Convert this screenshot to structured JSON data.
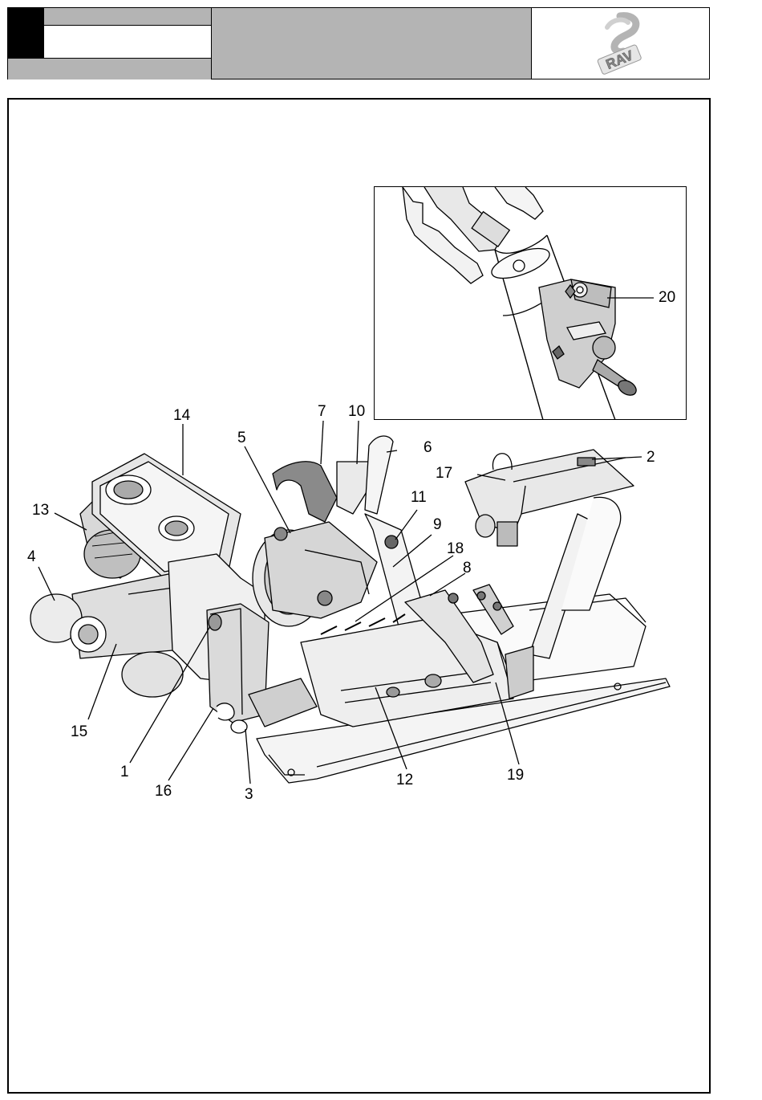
{
  "header": {
    "logo_icon": "rav-logo-icon",
    "logo_text": "RAV",
    "brand_color": "#ffffff",
    "band_color": "#b4b4b4"
  },
  "figure": {
    "inset": {
      "callout": "20"
    },
    "callouts": [
      {
        "id": "c14",
        "text": "14"
      },
      {
        "id": "c7",
        "text": "7"
      },
      {
        "id": "c10",
        "text": "10"
      },
      {
        "id": "c5",
        "text": "5"
      },
      {
        "id": "c6",
        "text": "6"
      },
      {
        "id": "c2",
        "text": "2"
      },
      {
        "id": "c17",
        "text": "17"
      },
      {
        "id": "c13",
        "text": "13"
      },
      {
        "id": "c11",
        "text": "11"
      },
      {
        "id": "c9",
        "text": "9"
      },
      {
        "id": "c18",
        "text": "18"
      },
      {
        "id": "c4",
        "text": "4"
      },
      {
        "id": "c8",
        "text": "8"
      },
      {
        "id": "c15",
        "text": "15"
      },
      {
        "id": "c1",
        "text": "1"
      },
      {
        "id": "c16",
        "text": "16"
      },
      {
        "id": "c3",
        "text": "3"
      },
      {
        "id": "c12",
        "text": "12"
      },
      {
        "id": "c19",
        "text": "19"
      }
    ]
  }
}
